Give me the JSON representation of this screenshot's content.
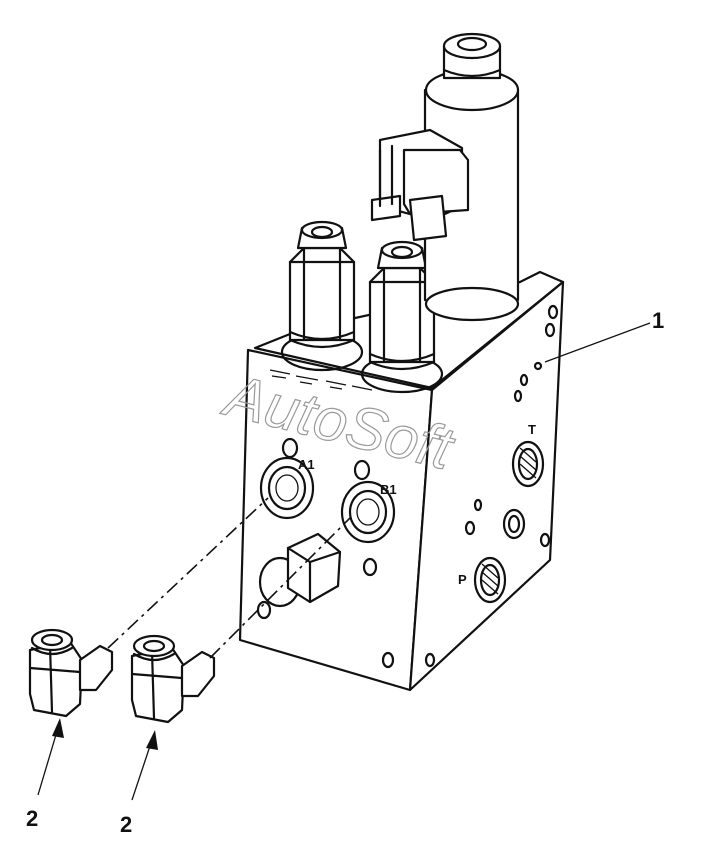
{
  "callouts": [
    {
      "id": "1",
      "label": "1"
    },
    {
      "id": "2a",
      "label": "2"
    },
    {
      "id": "2b",
      "label": "2"
    }
  ],
  "ports": {
    "a1": "A1",
    "b1": "B1",
    "t": "T",
    "p": "P"
  },
  "watermark": "AutoSoft",
  "colors": {
    "ink": "#111111",
    "watermark": "#9a9a9a",
    "background": "#ffffff"
  }
}
